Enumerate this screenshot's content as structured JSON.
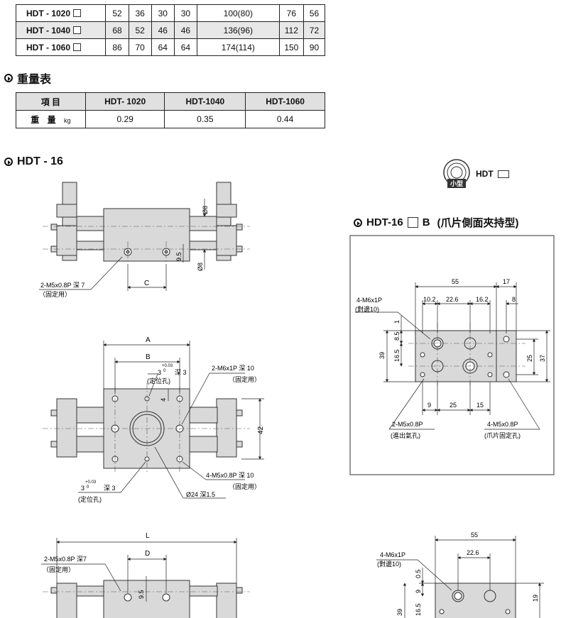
{
  "dim_table": {
    "rows": [
      {
        "model": "HDT - 1020",
        "c1": "52",
        "c2": "36",
        "c3": "30",
        "c4": "30",
        "c5": "100(80)",
        "c6": "76",
        "c7": "56"
      },
      {
        "model": "HDT - 1040",
        "c1": "68",
        "c2": "52",
        "c3": "46",
        "c4": "46",
        "c5": "136(96)",
        "c6": "112",
        "c7": "72"
      },
      {
        "model": "HDT - 1060",
        "c1": "86",
        "c2": "70",
        "c3": "64",
        "c4": "64",
        "c5": "174(114)",
        "c6": "150",
        "c7": "90"
      }
    ]
  },
  "weight": {
    "title": "重量表",
    "header": {
      "item": "項 目",
      "m1": "HDT- 1020",
      "m2": "HDT-1040",
      "m3": "HDT-1060"
    },
    "row": {
      "label": "重 量",
      "unit": "kg",
      "v1": "0.29",
      "v2": "0.35",
      "v3": "0.44"
    }
  },
  "hdt16_title": "HDT - 16",
  "badge_label": "HDT",
  "badge_stamp": "小型",
  "hdt16b_title_a": "HDT-16",
  "hdt16b_title_b": "B",
  "hdt16b_title_c": "(爪片側面夾持型)",
  "top_view": {
    "d8_upper": "Ø8",
    "d8_lower": "Ø8",
    "dim_95": "9.5",
    "dim_c": "C",
    "note_line1": "2-M5x0.8P 深 7",
    "note_line2": "（固定用）"
  },
  "front_view": {
    "dim_a": "A",
    "dim_b": "B",
    "dim_42": "42",
    "dim_4": "4",
    "tol_top": "+0.03",
    "tol_bot": "0",
    "hole_top": "3",
    "depth_top": "深 3",
    "locate_top": "(定位孔)",
    "note_m6": "2-M6x1P 深 10",
    "note_m6_use": "（固定用）",
    "note_m5": "4-M5x0.8P 深 10",
    "note_m5_use": "（固定用）",
    "hole_bot": "3",
    "depth_bot": "深 3",
    "locate_bot": "(定位孔)",
    "note_d24": "Ø24 深1.5"
  },
  "bottom_view": {
    "dim_l": "L",
    "dim_d": "D",
    "dim_95": "9.5",
    "note_line1": "2-M5x0.8P 深7",
    "note_line2": "（固定用）"
  },
  "detail_b": {
    "dim_55": "55",
    "dim_17": "17",
    "dim_102": "10.2",
    "dim_226": "22.6",
    "dim_162": "16.2",
    "dim_8": "8",
    "dim_1": "1",
    "dim_85": "8.5",
    "dim_165": "16.5",
    "dim_39": "39",
    "dim_25": "25",
    "dim_37": "37",
    "dim_9": "9",
    "dim_25b": "25",
    "dim_15": "15",
    "note_m6": "4-M6x1P",
    "note_m6b": "(對邊10)",
    "note_air": "2-M5x0.8P",
    "note_air_use": "(進出氣孔)",
    "note_claw": "4-M5x0.8P",
    "note_claw_use": "(爪片固定孔)"
  },
  "detail_c": {
    "dim_55": "55",
    "dim_226": "22.6",
    "dim_05": "0.5",
    "dim_9": "9",
    "dim_165": "16.5",
    "dim_39": "39",
    "dim_19": "19",
    "note_m6": "4-M6x1P",
    "note_m6b": "(對邊10)"
  }
}
